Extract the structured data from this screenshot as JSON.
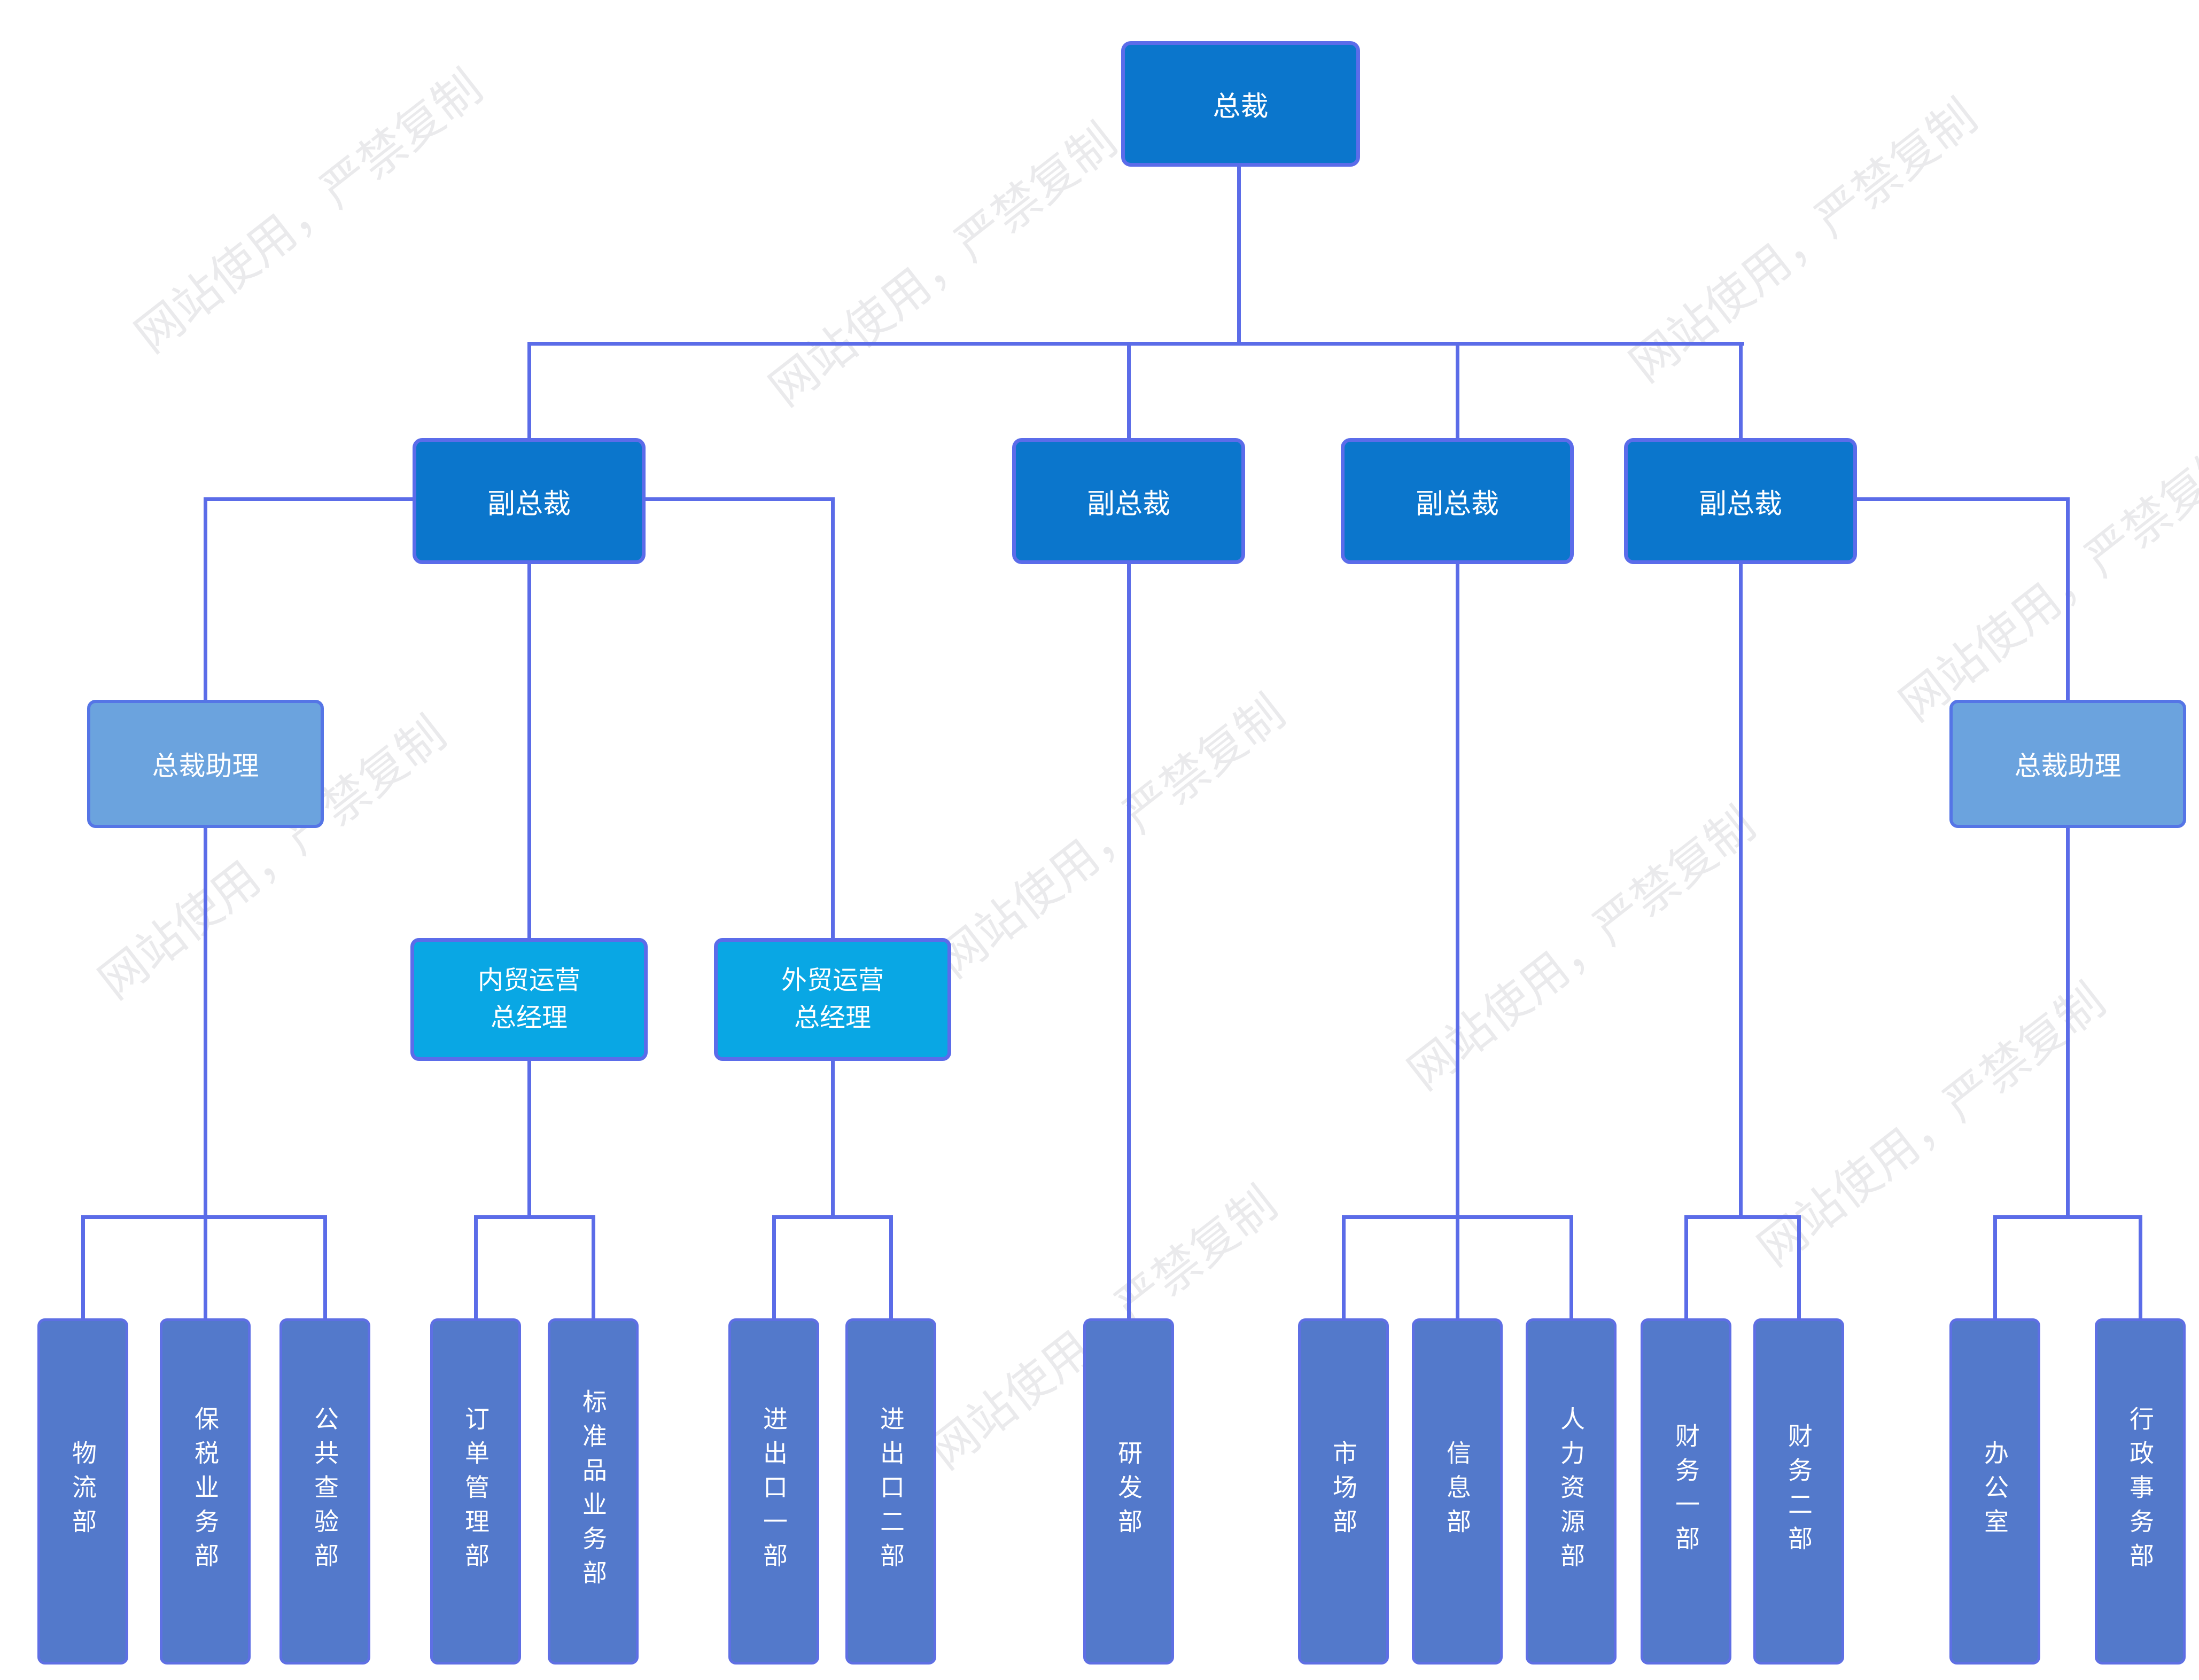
{
  "watermark": {
    "text": "网站使用，严禁复制"
  },
  "colors": {
    "executive_fill": "#0b76cc",
    "manager_fill": "#09a7e4",
    "assistant_fill": "#6ba3de",
    "department_fill": "#5379cb",
    "node_border": "#5b6cea",
    "connector": "#5b6ce8",
    "watermark": "#eaeaec",
    "text": "#ffffff",
    "background": "#ffffff"
  },
  "org": {
    "president": {
      "label": "总裁"
    },
    "vice_presidents": [
      {
        "label": "副总裁"
      },
      {
        "label": "副总裁"
      },
      {
        "label": "副总裁"
      },
      {
        "label": "副总裁"
      }
    ],
    "assistants": [
      {
        "label": "总裁助理"
      },
      {
        "label": "总裁助理"
      }
    ],
    "general_managers": [
      {
        "line1": "内贸运营",
        "line2": "总经理"
      },
      {
        "line1": "外贸运营",
        "line2": "总经理"
      }
    ],
    "departments": [
      {
        "label": "物流部"
      },
      {
        "label": "保税业务部"
      },
      {
        "label": "公共查验部"
      },
      {
        "label": "订单管理部"
      },
      {
        "label": "标准品业务部"
      },
      {
        "label": "进出口一部"
      },
      {
        "label": "进出口二部"
      },
      {
        "label": "研发部"
      },
      {
        "label": "市场部"
      },
      {
        "label": "信息部"
      },
      {
        "label": "人力资源部"
      },
      {
        "label": "财务一部"
      },
      {
        "label": "财务二部"
      },
      {
        "label": "办公室"
      },
      {
        "label": "行政事务部"
      }
    ]
  }
}
